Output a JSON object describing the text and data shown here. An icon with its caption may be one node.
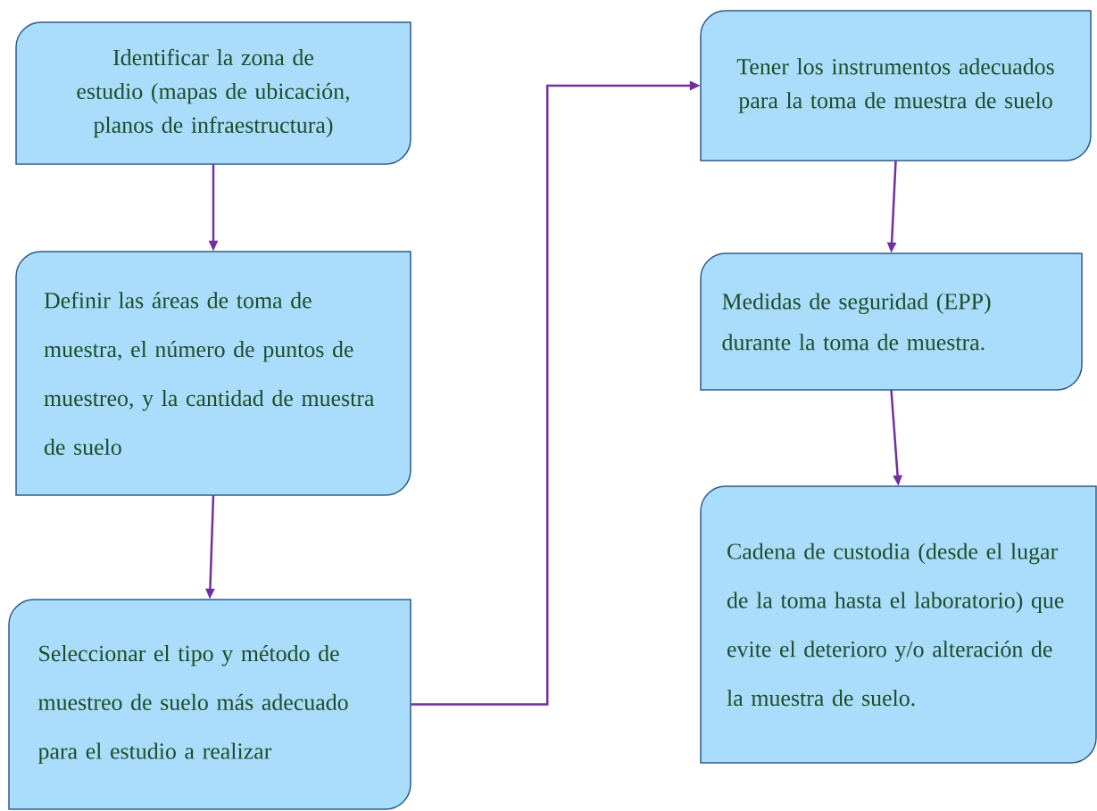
{
  "diagram": {
    "nodes": [
      {
        "text": [
          "Identificar la zona de estudio (mapas de ubicación, planos de infraestructura)"
        ]
      },
      {
        "text": [
          "Definir las áreas de toma de muestra, el número de puntos de muestreo, y la cantidad de muestra de suelo"
        ]
      },
      {
        "text": [
          "Seleccionar el tipo y método de muestreo de suelo más adecuado para el estudio a realizar"
        ]
      },
      {
        "text": [
          "Tener los instrumentos adecuados para la toma de muestra de suelo"
        ]
      },
      {
        "text": [
          "Medidas de seguridad (EPP) durante la toma de muestra."
        ]
      },
      {
        "text": [
          "Cadena de custodia (desde el lugar de la toma hasta el laboratorio) que evite el deterioro y/o alteración de la muestra de suelo."
        ]
      }
    ],
    "edges": [
      {
        "from": 0,
        "to": 1,
        "arrow": "to"
      },
      {
        "from": 1,
        "to": 2,
        "arrow": "to"
      },
      {
        "from": 2,
        "to": 3,
        "arrow": "to"
      },
      {
        "from": 3,
        "to": 4,
        "arrow": "to"
      },
      {
        "from": 4,
        "to": 5,
        "arrow": "to"
      }
    ]
  }
}
